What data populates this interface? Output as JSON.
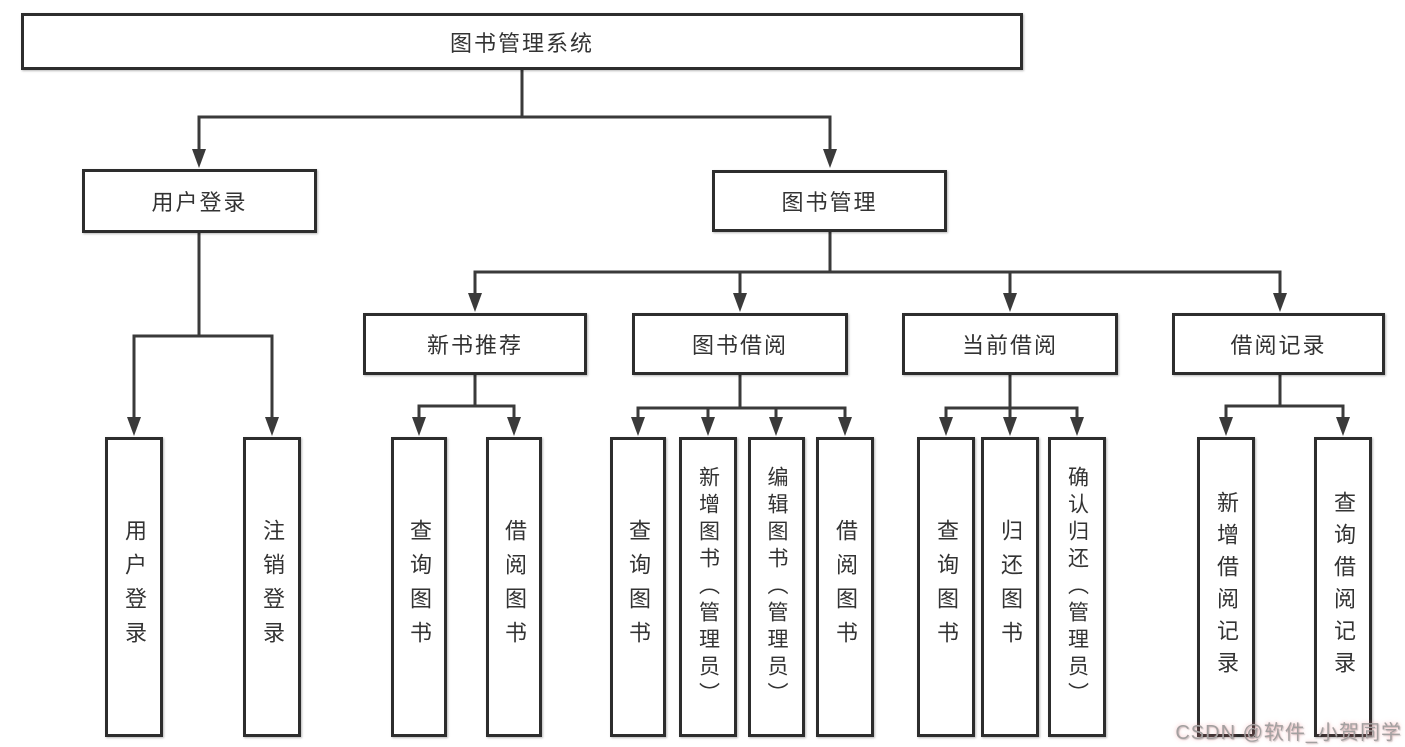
{
  "title": "图书管理系统",
  "colors": {
    "background": "#ffffff",
    "line": "#3a3a3a",
    "box_border": "#2d2d2d",
    "text": "#333333",
    "watermark": "#a3a0a0",
    "watermark_tint": "#f78287"
  },
  "nodes": {
    "root": {
      "label": "图书管理系统"
    },
    "level2": [
      {
        "id": "user-login",
        "label": "用户登录",
        "parent": "root"
      },
      {
        "id": "book-management",
        "label": "图书管理",
        "parent": "root"
      }
    ],
    "level3": [
      {
        "id": "new-book-recommend",
        "label": "新书推荐",
        "parent": "book-management"
      },
      {
        "id": "book-borrowing",
        "label": "图书借阅",
        "parent": "book-management"
      },
      {
        "id": "current-borrowing",
        "label": "当前借阅",
        "parent": "book-management"
      },
      {
        "id": "borrowing-records",
        "label": "借阅记录",
        "parent": "book-management"
      }
    ],
    "leaves": [
      {
        "id": "user-login-leaf",
        "label": "用户登录",
        "parent": "user-login"
      },
      {
        "id": "logout",
        "label": "注销登录",
        "parent": "user-login"
      },
      {
        "id": "query-books-recommend",
        "label": "查询图书",
        "parent": "new-book-recommend"
      },
      {
        "id": "borrow-books-recommend",
        "label": "借阅图书",
        "parent": "new-book-recommend"
      },
      {
        "id": "query-books-borrowing",
        "label": "查询图书",
        "parent": "book-borrowing"
      },
      {
        "id": "add-book-admin",
        "label": "新增图书（管理员）",
        "parent": "book-borrowing"
      },
      {
        "id": "edit-book-admin",
        "label": "编辑图书（管理员）",
        "parent": "book-borrowing"
      },
      {
        "id": "borrow-books-borrowing",
        "label": "借阅图书",
        "parent": "book-borrowing"
      },
      {
        "id": "query-books-current",
        "label": "查询图书",
        "parent": "current-borrowing"
      },
      {
        "id": "return-books",
        "label": "归还图书",
        "parent": "current-borrowing"
      },
      {
        "id": "confirm-return-admin",
        "label": "确认归还（管理员）",
        "parent": "current-borrowing"
      },
      {
        "id": "add-borrow-record",
        "label": "新增借阅记录",
        "parent": "borrowing-records"
      },
      {
        "id": "query-borrow-record",
        "label": "查询借阅记录",
        "parent": "borrowing-records"
      }
    ]
  },
  "watermark": {
    "text": "CSDN @软件_小贺同学"
  }
}
